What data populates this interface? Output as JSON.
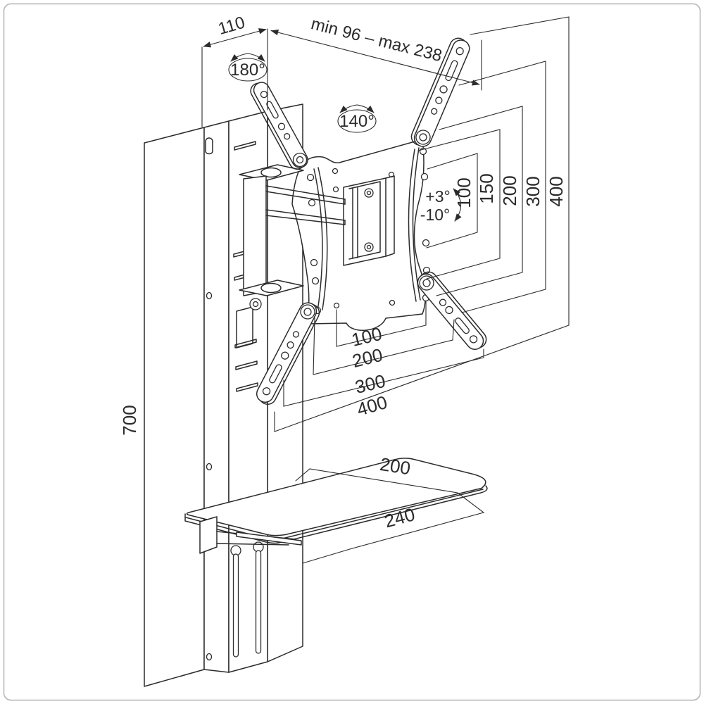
{
  "colors": {
    "line": "#2b2b2b",
    "background": "#ffffff",
    "frame": "#b5b5b5"
  },
  "dimensions": {
    "column_depth": "110",
    "extension_range": "min 96 – max 238",
    "column_height": "700",
    "vesa_heights": [
      "100",
      "150",
      "200",
      "300",
      "400"
    ],
    "vesa_widths": [
      "100",
      "200",
      "300",
      "400"
    ],
    "shelf_depth": "200",
    "shelf_width": "240"
  },
  "angles": {
    "swivel_arm": "180°",
    "swivel_tv": "140°",
    "tilt_up": "+3°",
    "tilt_down": "-10°"
  }
}
